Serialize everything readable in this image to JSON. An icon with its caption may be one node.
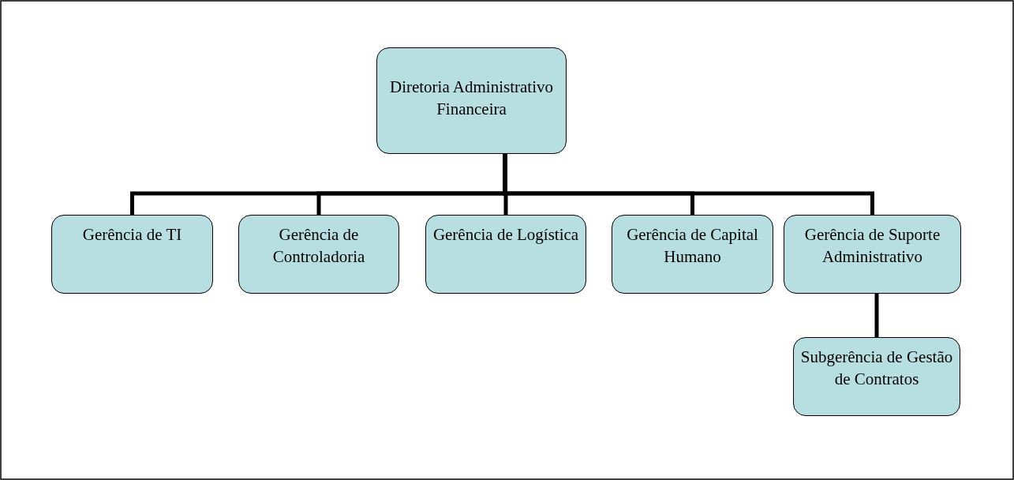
{
  "diagram": {
    "nodes": [
      {
        "text": [
          "Diretoria Administrativo Financeira"
        ]
      },
      {
        "text": [
          "Gerência de TI"
        ]
      },
      {
        "text": [
          "Gerência de Controladoria"
        ]
      },
      {
        "text": [
          "Gerência de Logística"
        ]
      },
      {
        "text": [
          "Gerência de Capital Humano"
        ]
      },
      {
        "text": [
          "Gerência de Suporte Administrativo"
        ]
      },
      {
        "text": [
          "Subgerência de Gestão de Contratos"
        ]
      }
    ],
    "edges": [
      {
        "from": 0,
        "to": 1,
        "arrow": "none"
      },
      {
        "from": 0,
        "to": 2,
        "arrow": "none"
      },
      {
        "from": 0,
        "to": 3,
        "arrow": "none"
      },
      {
        "from": 0,
        "to": 4,
        "arrow": "none"
      },
      {
        "from": 0,
        "to": 5,
        "arrow": "none"
      },
      {
        "from": 5,
        "to": 6,
        "arrow": "none"
      }
    ]
  }
}
